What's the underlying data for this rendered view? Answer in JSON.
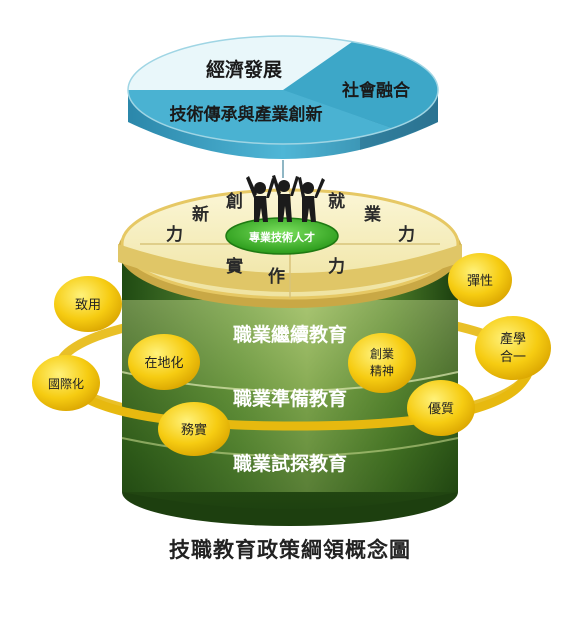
{
  "pie": {
    "slice_economy": "經濟發展",
    "slice_social": "社會融合",
    "slice_tech": "技術傳承與產業創新"
  },
  "top_ring_chars": [
    "力",
    "新",
    "創",
    "就",
    "業",
    "力",
    "實",
    "作",
    "力"
  ],
  "center_disc": "專業技術人才",
  "tiers": {
    "top": "職業繼續教育",
    "middle": "職業準備教育",
    "bottom": "職業試探教育"
  },
  "bubbles": {
    "zhiyong": "致用",
    "zaidihua": "在地化",
    "guojihua": "國際化",
    "wushi": "務實",
    "chuangye_jingshen": [
      "創業",
      "精神"
    ],
    "youzhi": "優質",
    "chanxue_heyi": [
      "產學",
      "合一"
    ],
    "tanxing": "彈性"
  },
  "caption": "技職教育政策綱領概念圖",
  "colors": {
    "pie_light": "#dff3f7",
    "pie_blue": "#3fa9c9",
    "pie_dark": "#2e86a6",
    "cylinder_light": "#b7cf7a",
    "cylinder_mid": "#4d7f2c",
    "cylinder_dark": "#2e5a1a",
    "top_cream": "#f4edb8",
    "bubble_yellow": "#f7cf1a",
    "disc_green": "#3bbf2b"
  }
}
